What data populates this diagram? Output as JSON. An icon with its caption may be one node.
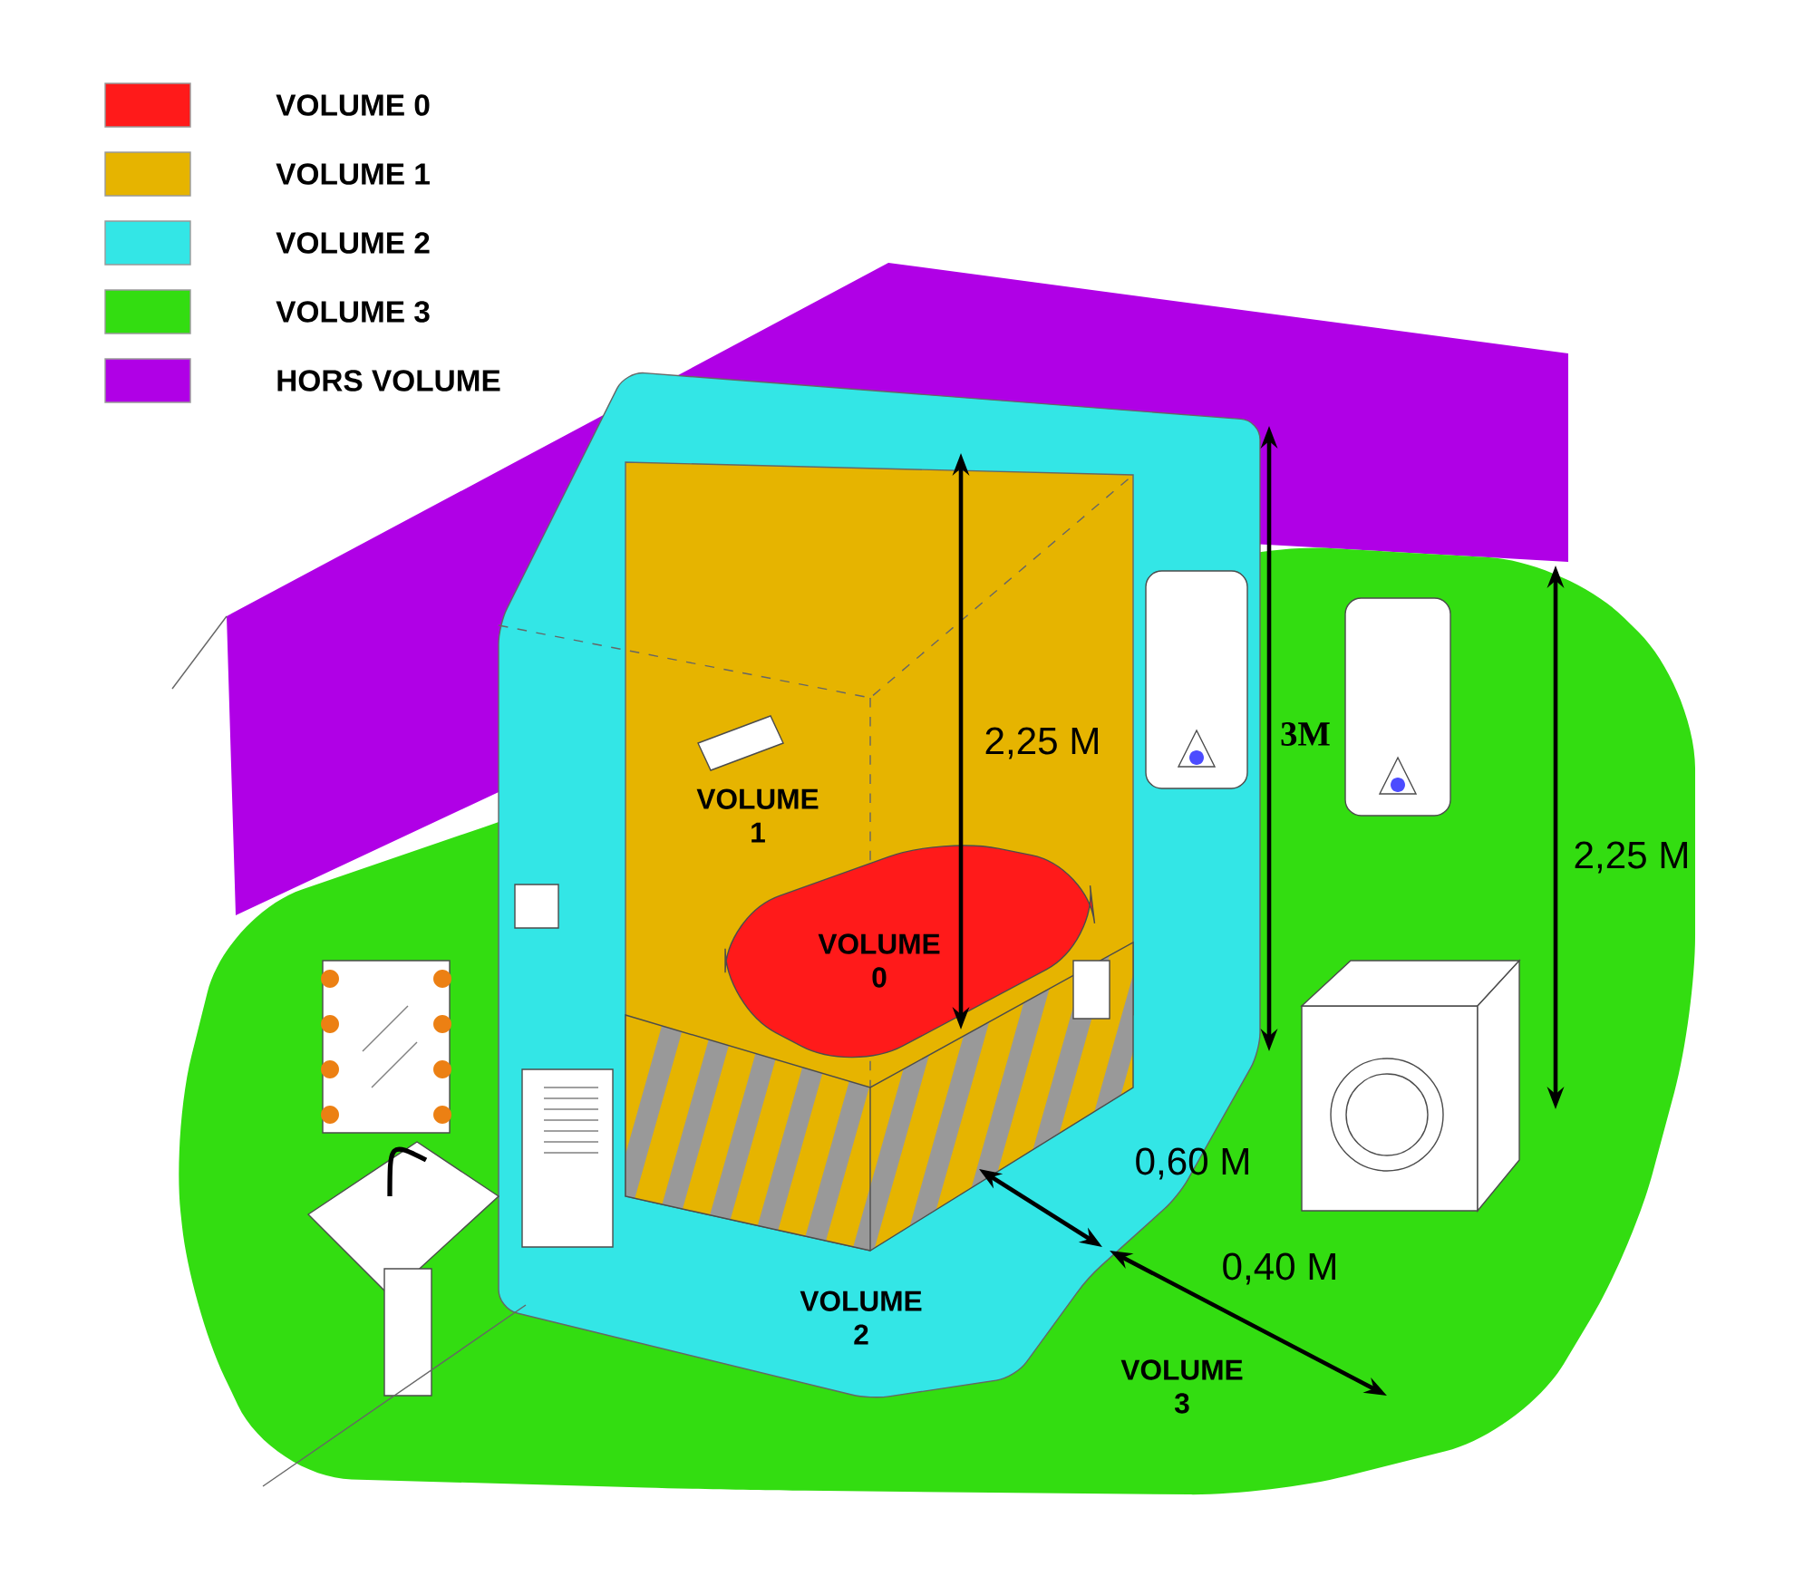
{
  "diagram": {
    "labels": [
      "VOLUME 1",
      "VOLUME 0",
      "2,25 M",
      "3M",
      "2,25 M",
      "0,60 M",
      "0,40 M",
      "VOLUME 2",
      "VOLUME 3"
    ],
    "legend": [
      {
        "text": "VOLUME 0",
        "color": "#ff1a1a"
      },
      {
        "text": "VOLUME 1",
        "color": "#e6b400"
      },
      {
        "text": "VOLUME 2",
        "color": "#33e6e6"
      },
      {
        "text": "VOLUME 3",
        "color": "#33dd11"
      },
      {
        "text": "HORS VOLUME",
        "color": "#b000e6"
      }
    ]
  }
}
